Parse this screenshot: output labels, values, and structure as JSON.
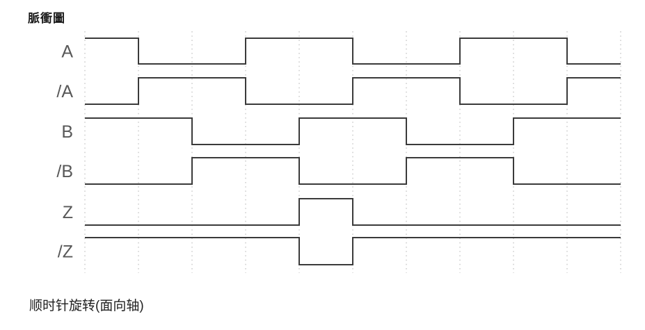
{
  "page": {
    "title": "脈衝圖",
    "caption": "顺时针旋转(面向轴)",
    "background": "#ffffff"
  },
  "chart_data": {
    "type": "timing",
    "title": "脈衝圖",
    "annotation": "顺时针旋转(面向轴)",
    "divisions": 10,
    "grid": "vertical dotted gridlines at each time division",
    "signals": [
      {
        "name": "A",
        "levels": [
          1,
          0,
          0,
          1,
          1,
          0,
          0,
          1,
          1,
          0
        ]
      },
      {
        "name": "/A",
        "levels": [
          0,
          1,
          1,
          0,
          0,
          1,
          1,
          0,
          0,
          1
        ]
      },
      {
        "name": "B",
        "levels": [
          1,
          1,
          0,
          0,
          1,
          1,
          0,
          0,
          1,
          1
        ]
      },
      {
        "name": "/B",
        "levels": [
          0,
          0,
          1,
          1,
          0,
          0,
          1,
          1,
          0,
          0
        ]
      },
      {
        "name": "Z",
        "levels": [
          0,
          0,
          0,
          0,
          1,
          0,
          0,
          0,
          0,
          0
        ]
      },
      {
        "name": "/Z",
        "levels": [
          1,
          1,
          1,
          1,
          0,
          1,
          1,
          1,
          1,
          1
        ]
      }
    ],
    "colors": {
      "waveform": "#3a3a3a",
      "gridline": "#c9c9c9",
      "label": "#585858",
      "title": "#1a1a1a"
    }
  }
}
